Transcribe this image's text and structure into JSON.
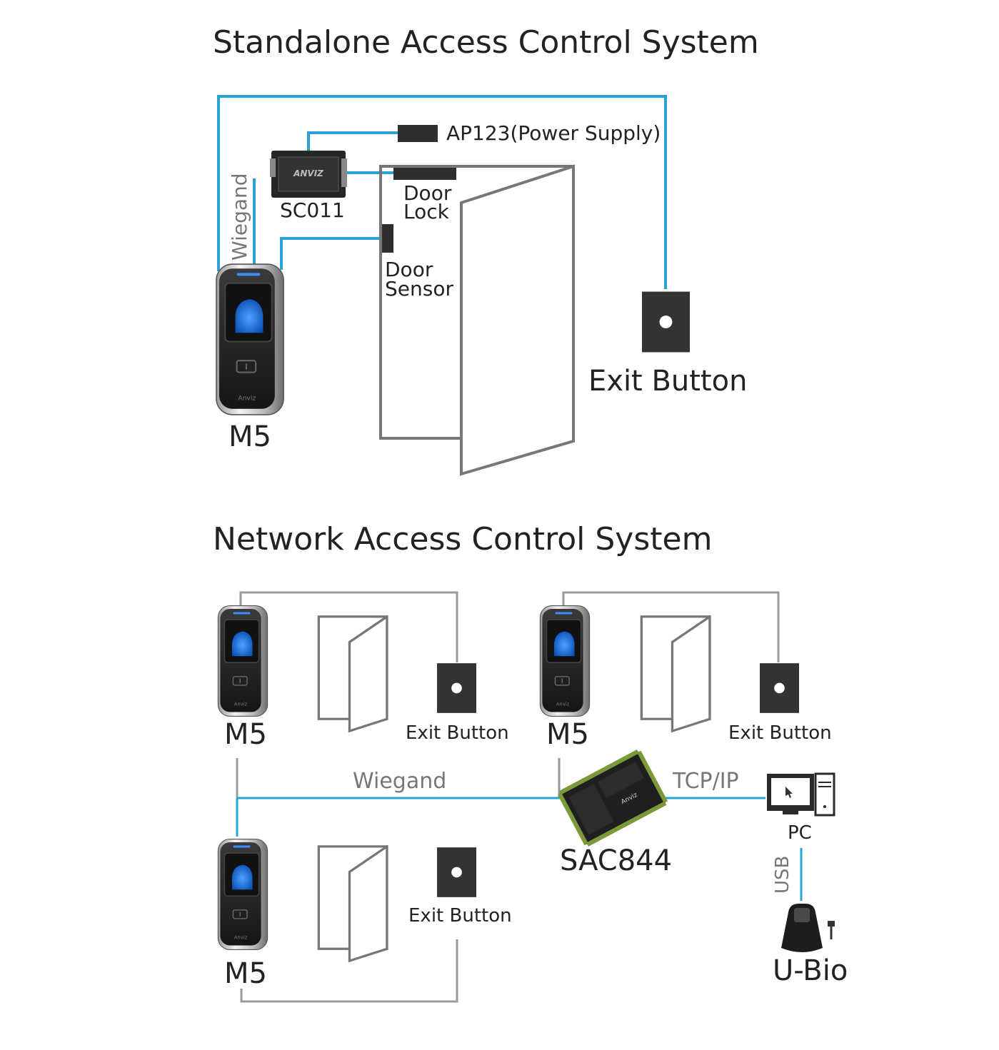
{
  "standalone": {
    "title": "Standalone Access Control System",
    "labels": {
      "power_supply": "AP123(Power Supply)",
      "controller": "SC011",
      "wiegand": "Wiegand",
      "door_lock_line1": "Door",
      "door_lock_line2": "Lock",
      "door_sensor_line1": "Door",
      "door_sensor_line2": "Sensor",
      "exit_button": "Exit Button",
      "reader": "M5",
      "controller_brand": "ANVIZ"
    }
  },
  "network": {
    "title": "Network Access Control System",
    "labels": {
      "reader_1": "M5",
      "reader_2": "M5",
      "reader_3": "M5",
      "exit_button_1": "Exit Button",
      "exit_button_2": "Exit Button",
      "exit_button_3": "Exit Button",
      "wiegand": "Wiegand",
      "tcpip": "TCP/IP",
      "controller": "SAC844",
      "pc": "PC",
      "usb": "USB",
      "fingerprint_device": "U-Bio"
    }
  },
  "colors": {
    "wire_blue": "#29a3d6",
    "wire_grey": "#9a9a9a",
    "device_dark": "#2f2f2f",
    "fingerprint_blue": "#1a6fd6"
  },
  "icons": [
    "m5-reader-icon",
    "controller-icon",
    "power-supply-icon",
    "door-lock-icon",
    "door-sensor-icon",
    "door-icon",
    "exit-button-icon",
    "pc-icon",
    "u-bio-icon"
  ]
}
